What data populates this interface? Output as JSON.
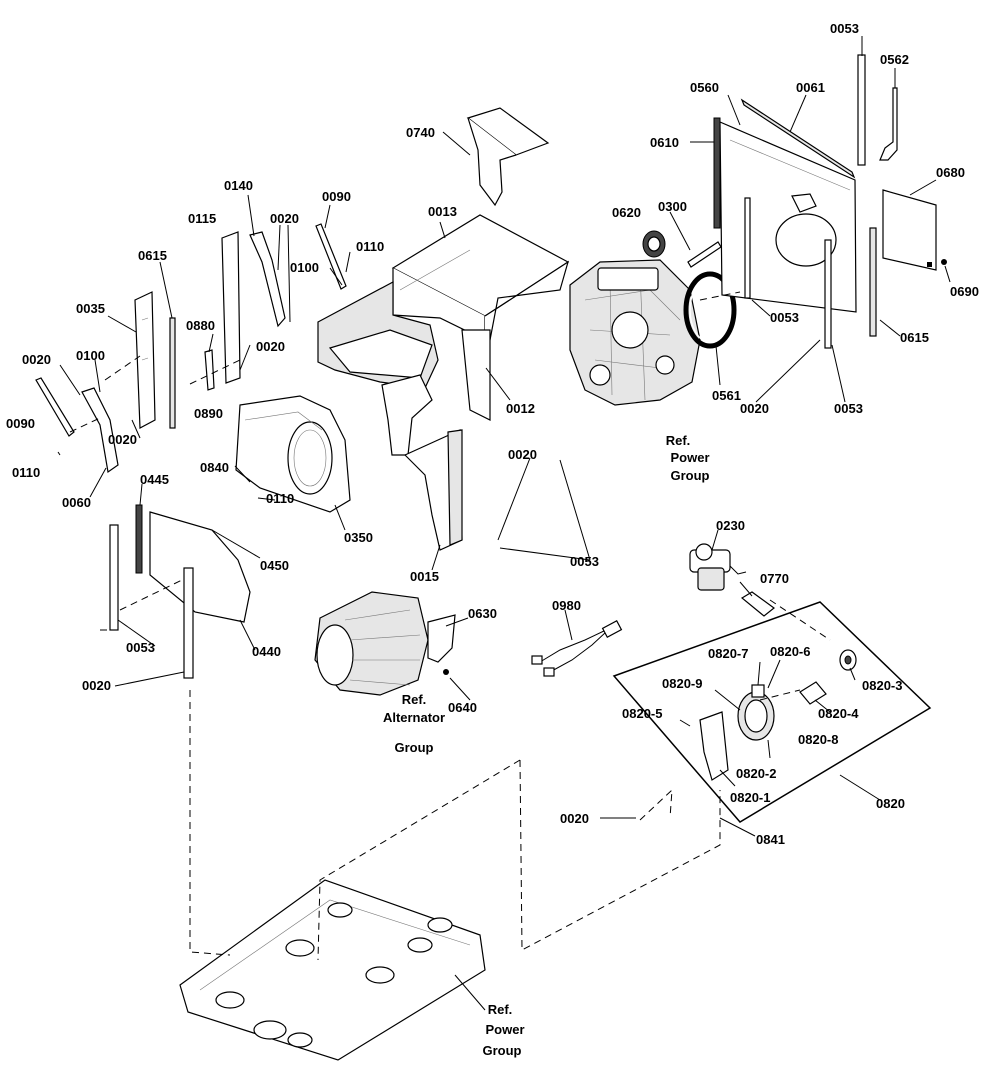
{
  "labels": {
    "p0053_top": "0053",
    "p0562": "0562",
    "p0560": "0560",
    "p0061": "0061",
    "p0610": "0610",
    "p0740": "0740",
    "p0680": "0680",
    "p0620": "0620",
    "p0300": "0300",
    "p0690": "0690",
    "p0140": "0140",
    "p0090_top": "0090",
    "p0013": "0013",
    "p0115": "0115",
    "p0020_a": "0020",
    "p0110_a": "0110",
    "p0100_a": "0100",
    "p0615_left": "0615",
    "p0880": "0880",
    "p0020_b": "0020",
    "p0035": "0035",
    "p0053_mid": "0053",
    "p0615_right": "0615",
    "p0020_c": "0020",
    "p0100_b": "0100",
    "p0090_left": "0090",
    "p0890": "0890",
    "p0561": "0561",
    "p0020_d": "0020",
    "p0053_r": "0053",
    "p0012": "0012",
    "p0020_e": "0020",
    "p0110_b": "0110",
    "p0060": "0060",
    "p0445": "0445",
    "p0840": "0840",
    "p0020_f": "0020",
    "p0110_c": "0110",
    "p0350": "0350",
    "p0450": "0450",
    "p0015": "0015",
    "p0053_c": "0053",
    "p0230": "0230",
    "p0770": "0770",
    "p0630": "0630",
    "p0980": "0980",
    "p0053_l": "0053",
    "p0440": "0440",
    "p0020_g": "0020",
    "p0640": "0640",
    "p0820_7": "0820-7",
    "p0820_6": "0820-6",
    "p0820_3": "0820-3",
    "p0820_9": "0820-9",
    "p0820_5": "0820-5",
    "p0820_4": "0820-4",
    "p0820_8": "0820-8",
    "p0820_2": "0820-2",
    "p0820_1": "0820-1",
    "p0820": "0820",
    "p0020_h": "0020",
    "p0841": "0841"
  },
  "references": {
    "power_group_top": [
      "Ref.",
      "Power",
      "Group"
    ],
    "alternator_group": [
      "Ref.",
      "Alternator",
      "Group"
    ],
    "power_group_bottom": [
      "Ref.",
      "Power",
      "Group"
    ]
  }
}
